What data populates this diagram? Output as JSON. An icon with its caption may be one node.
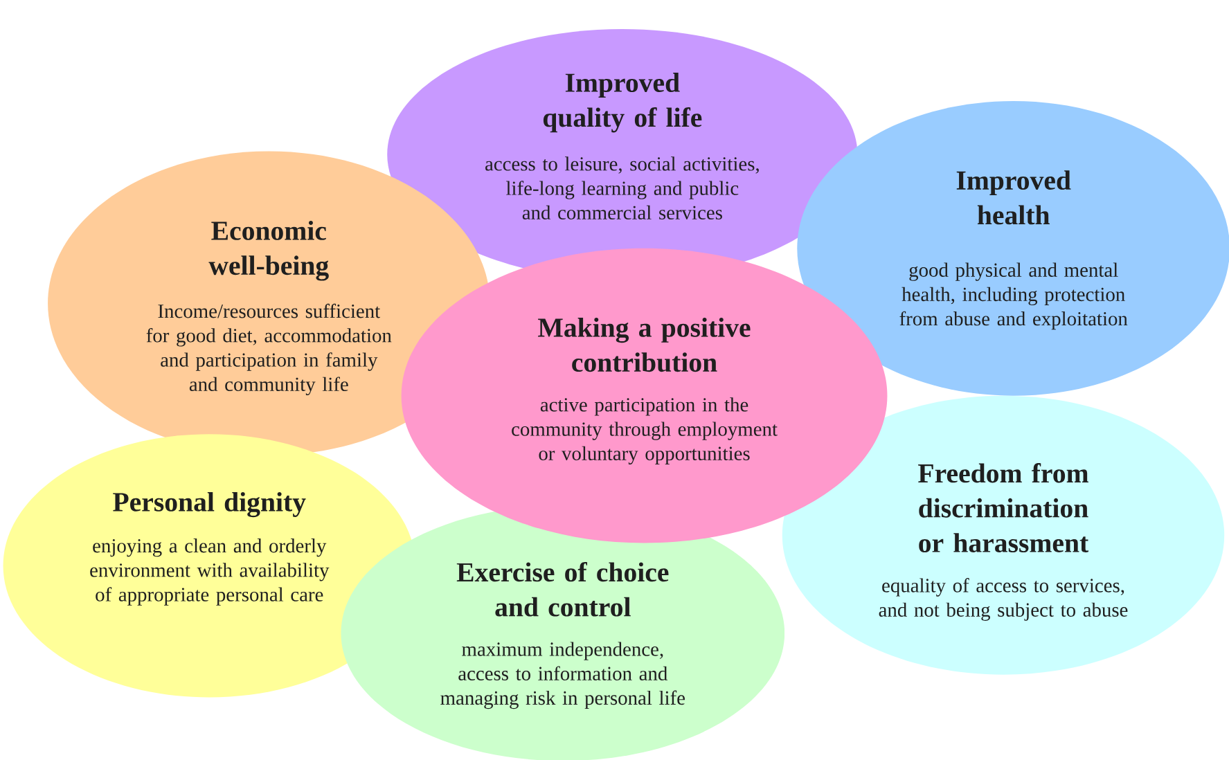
{
  "diagram": {
    "nodes": [
      {
        "text": [
          "Improved quality of life",
          "access to leisure, social activities, life-long learning and public and commercial services"
        ]
      },
      {
        "text": [
          "Economic well-being",
          "Income/resources sufficient for good diet, accommodation and participation in family and community life"
        ]
      },
      {
        "text": [
          "Improved health",
          "good physical and mental health, including protection from abuse and exploitation"
        ]
      },
      {
        "text": [
          "Personal dignity",
          "enjoying a clean and orderly environment with availability of appropriate personal care"
        ]
      },
      {
        "text": [
          "Exercise of choice and control",
          "maximum independence, access to information and managing risk in personal life"
        ]
      },
      {
        "text": [
          "Freedom from discrimination or harassment",
          "equality of access to services, and not being subject to abuse"
        ]
      },
      {
        "text": [
          "Making a positive contribution",
          "active participation in the community through employment or voluntary opportunities"
        ]
      }
    ]
  }
}
